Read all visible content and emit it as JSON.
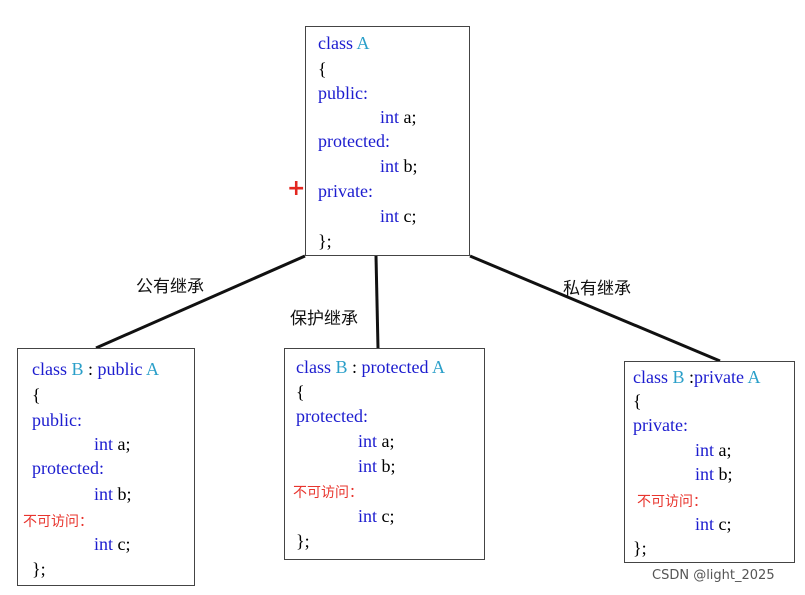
{
  "class_a": {
    "kw_class": "class",
    "name": "A",
    "open": "{",
    "public": "public:",
    "int_kw_1": "int",
    "var_1": "a;",
    "protected": "protected:",
    "int_kw_2": "int",
    "var_2": "b;",
    "private": "private:",
    "int_kw_3": "int",
    "var_3": "c;",
    "close": "};"
  },
  "class_b_public": {
    "kw_class": "class",
    "name": "B",
    "colon": ":",
    "inherit_kw": "public",
    "base": "A",
    "open": "{",
    "public": "public:",
    "int_kw_1": "int",
    "var_1": "a;",
    "protected": "protected:",
    "int_kw_2": "int",
    "var_2": "b;",
    "inaccessible": "不可访问：",
    "int_kw_3": "int",
    "var_3": "c;",
    "close": "};"
  },
  "class_b_protected": {
    "kw_class": "class",
    "name": "B",
    "colon": ":",
    "inherit_kw": "protected",
    "base": "A",
    "open": "{",
    "protected": "protected:",
    "int_kw_1": "int",
    "var_1": "a;",
    "int_kw_2": "int",
    "var_2": "b;",
    "inaccessible": "不可访问：",
    "int_kw_3": "int",
    "var_3": "c;",
    "close": "};"
  },
  "class_b_private": {
    "kw_class": "class",
    "name": "B",
    "colon": ":",
    "inherit_kw": "private",
    "base": "A",
    "open": "{",
    "private": "private:",
    "int_kw_1": "int",
    "var_1": "a;",
    "int_kw_2": "int",
    "var_2": "b;",
    "inaccessible": "不可访问：",
    "int_kw_3": "int",
    "var_3": "c;",
    "close": "};"
  },
  "labels": {
    "public_inheritance": "公有继承",
    "protected_inheritance": "保护继承",
    "private_inheritance": "私有继承"
  },
  "marker": "+",
  "watermark": "CSDN @light_2025",
  "colors": {
    "keyword": "#1c1ccf",
    "class_name": "#2a9fc9",
    "inaccessible": "#e8352e",
    "border": "#444444",
    "marker": "#e3261f"
  }
}
